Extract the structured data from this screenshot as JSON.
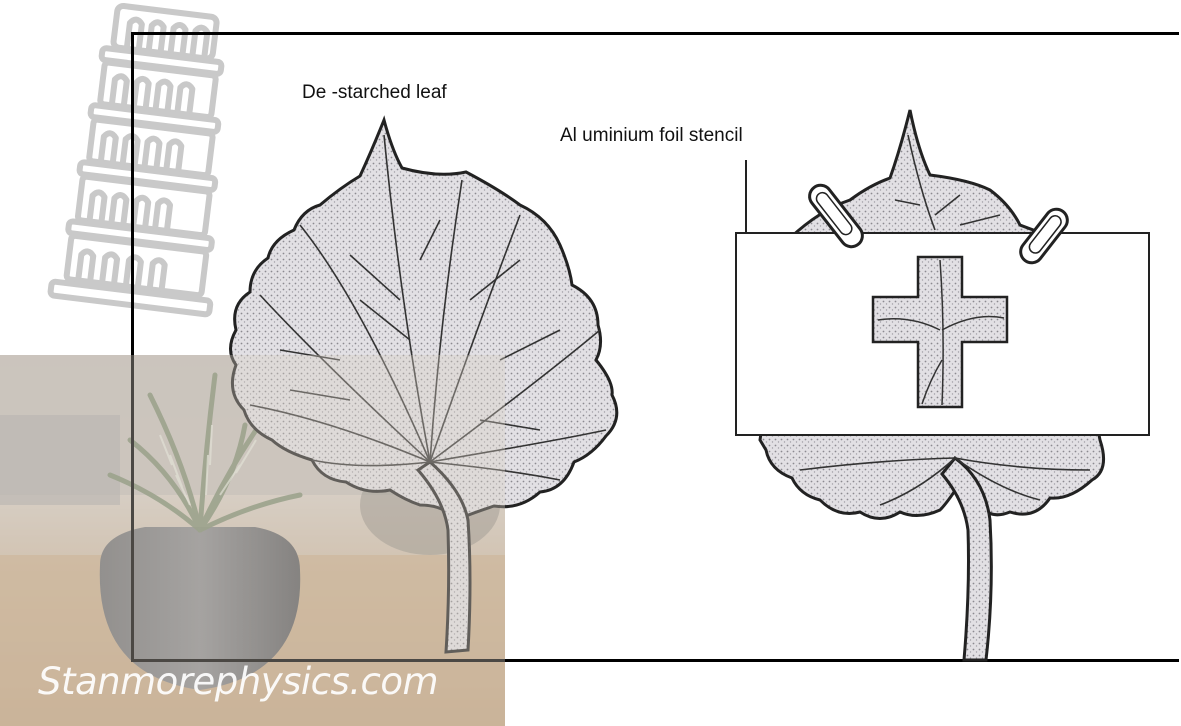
{
  "labels": {
    "destarched_leaf": "De -starched leaf",
    "aluminium_foil": "Al uminium foil stencil"
  },
  "watermark": "Stanmorephysics.com",
  "colors": {
    "outline": "#222222",
    "leaf_fill": "#d6d4d8",
    "tower_line": "#c9c9c9",
    "frame": "#000000"
  },
  "icons": [
    "leaning-tower-icon",
    "paper-clip-icon",
    "cross-window-icon"
  ]
}
